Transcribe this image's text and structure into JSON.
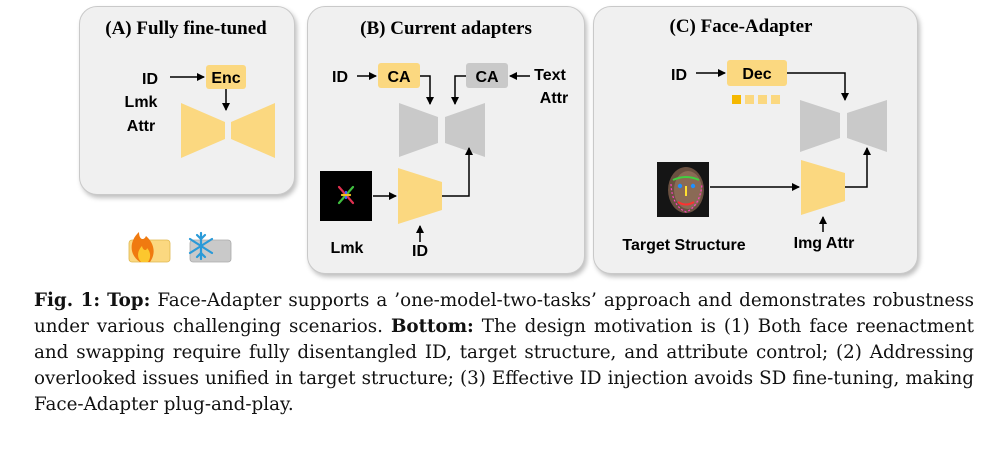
{
  "panels": {
    "a": {
      "title": "(A) Fully fine-tuned",
      "inputs": [
        "ID",
        "Lmk",
        "Attr"
      ],
      "enc": "Enc"
    },
    "b": {
      "title": "(B) Current adapters",
      "id_in": "ID",
      "ca_left": "CA",
      "ca_right": "CA",
      "text_in_1": "Text",
      "text_in_2": "Attr",
      "lmk_label": "Lmk",
      "id_bottom": "ID"
    },
    "c": {
      "title": "(C) Face-Adapter",
      "id_in": "ID",
      "dec": "Dec",
      "target_label": "Target Structure",
      "img_attr_label": "Img Attr"
    }
  },
  "legend": {
    "trainable": "flame-icon",
    "frozen": "snowflake-icon"
  },
  "caption": {
    "fig_label": "Fig. 1:",
    "top_label": "Top:",
    "top_text": " Face-Adapter supports a ’one-model-two-tasks’ approach and demonstrates robustness under various challenging scenarios. ",
    "bottom_label": "Bottom:",
    "bottom_text": " The design motivation is (1) Both face reenactment and swapping require fully disentangled ID, target structure, and attribute control; (2) Addressing overlooked issues unified in target structure; (3) Effective ID injection avoids SD fine-tuning, making Face-Adapter plug-and-play."
  },
  "colors": {
    "trainable": "#fbd880",
    "frozen": "#c9c9c9",
    "panel_bg": "#f0f0f0"
  }
}
